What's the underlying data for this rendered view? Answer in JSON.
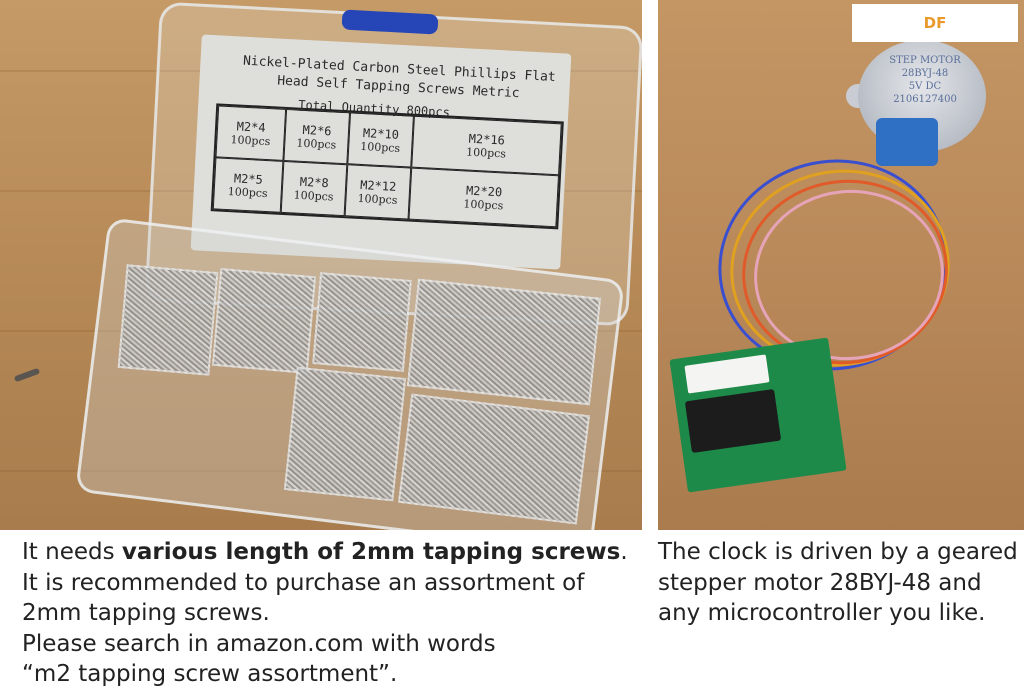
{
  "left_photo": {
    "label_title": "Nickel-Plated Carbon Steel Phillips Flat Head Self Tapping Screws Metric",
    "label_total": "Total Quantity 800pcs",
    "specs": [
      {
        "size": "M2*4",
        "qty": "100pcs"
      },
      {
        "size": "M2*6",
        "qty": "100pcs"
      },
      {
        "size": "M2*10",
        "qty": "100pcs"
      },
      {
        "size": "M2*16",
        "qty": "100pcs"
      },
      {
        "size": "M2*5",
        "qty": "100pcs"
      },
      {
        "size": "M2*8",
        "qty": "100pcs"
      },
      {
        "size": "M2*12",
        "qty": "100pcs"
      },
      {
        "size": "M2*20",
        "qty": "100pcs"
      }
    ]
  },
  "right_photo": {
    "watermark": "DF",
    "motor_label": [
      "STEP MOTOR",
      "28BYJ-48",
      "5V DC",
      "2106127400"
    ]
  },
  "captions": {
    "left_line1_prefix": "It needs ",
    "left_line1_bold": "various length of 2mm tapping screws",
    "left_line1_suffix": ".",
    "left_line2": "It is recommended to purchase an assortment of",
    "left_line3": "2mm tapping screws.",
    "left_line4": "Please search in amazon.com with words",
    "left_line5": "“m2 tapping screw assortment”.",
    "right_line1": "The clock is driven by a geared",
    "right_line2": "stepper motor 28BYJ-48 and",
    "right_line3": "any microcontroller you like."
  }
}
